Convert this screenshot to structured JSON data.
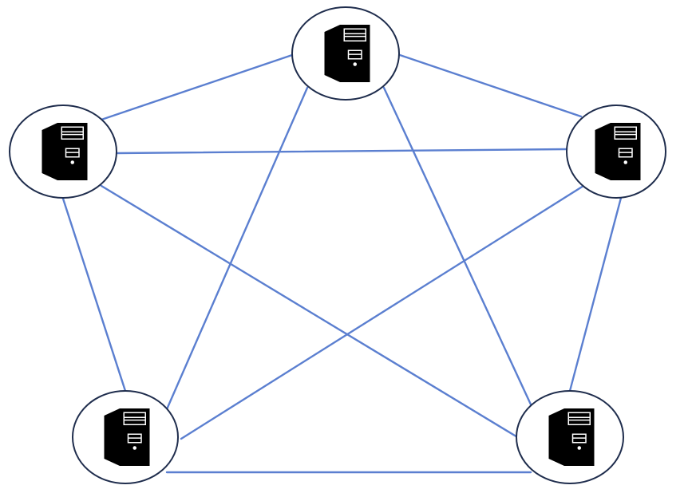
{
  "diagram": {
    "type": "mesh-network",
    "node_icon": "computer-tower-icon",
    "colors": {
      "link": "#5b7fd0",
      "node_border": "#1f2d4d",
      "icon": "#000000",
      "background": "#ffffff"
    },
    "nodes": [
      {
        "id": "top",
        "icon": "computer-tower-icon"
      },
      {
        "id": "left",
        "icon": "computer-tower-icon"
      },
      {
        "id": "right",
        "icon": "computer-tower-icon"
      },
      {
        "id": "bottom-left",
        "icon": "computer-tower-icon"
      },
      {
        "id": "bottom-right",
        "icon": "computer-tower-icon"
      }
    ],
    "links": [
      [
        "top",
        "left"
      ],
      [
        "top",
        "right"
      ],
      [
        "top",
        "bottom-left"
      ],
      [
        "top",
        "bottom-right"
      ],
      [
        "left",
        "right"
      ],
      [
        "left",
        "bottom-left"
      ],
      [
        "left",
        "bottom-right"
      ],
      [
        "right",
        "bottom-left"
      ],
      [
        "right",
        "bottom-right"
      ],
      [
        "bottom-left",
        "bottom-right"
      ]
    ]
  }
}
